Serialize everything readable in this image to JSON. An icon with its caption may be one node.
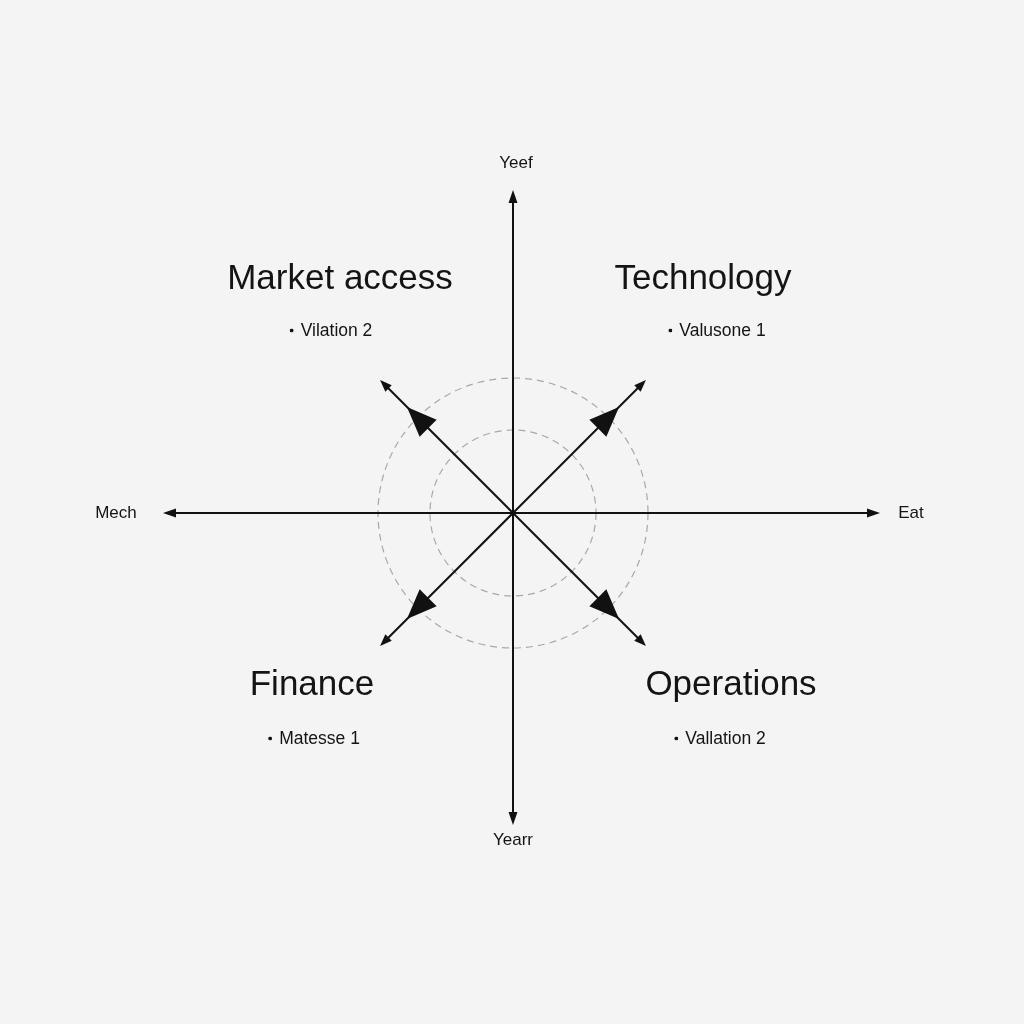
{
  "diagram": {
    "labels": [
      "Yeef",
      "Market access",
      "Technology",
      "Vilation 2",
      "Valusone 1",
      "Mech",
      "Eat",
      "Finance",
      "Operations",
      "Matesse 1",
      "Vallation 2",
      "Yearr"
    ]
  }
}
